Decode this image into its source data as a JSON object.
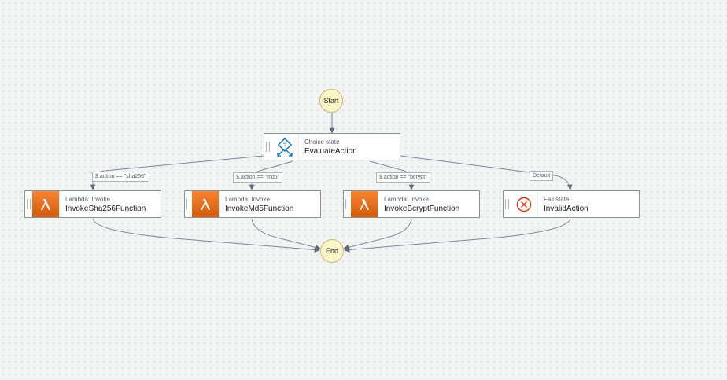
{
  "start": {
    "label": "Start"
  },
  "end": {
    "label": "End"
  },
  "choice": {
    "type": "Choice state",
    "name": "EvaluateAction",
    "icon": "choice-icon"
  },
  "states": [
    {
      "type": "Lambda: Invoke",
      "name": "InvokeSha256Function",
      "icon": "lambda-icon"
    },
    {
      "type": "Lambda: Invoke",
      "name": "InvokeMd5Function",
      "icon": "lambda-icon"
    },
    {
      "type": "Lambda: Invoke",
      "name": "InvokeBcryptFunction",
      "icon": "lambda-icon"
    },
    {
      "type": "Fail state",
      "name": "InvalidAction",
      "icon": "fail-icon"
    }
  ],
  "edge_labels": [
    "$.action == \"sha256\"",
    "$.action == \"md5\"",
    "$.action == \"bcrypt\"",
    "Default"
  ],
  "colors": {
    "lambda_orange": "#ed7100",
    "terminal_fill": "#fdf6c8",
    "choice_blue": "#0073bb",
    "fail_red": "#d13212",
    "edge": "#7d8998"
  }
}
